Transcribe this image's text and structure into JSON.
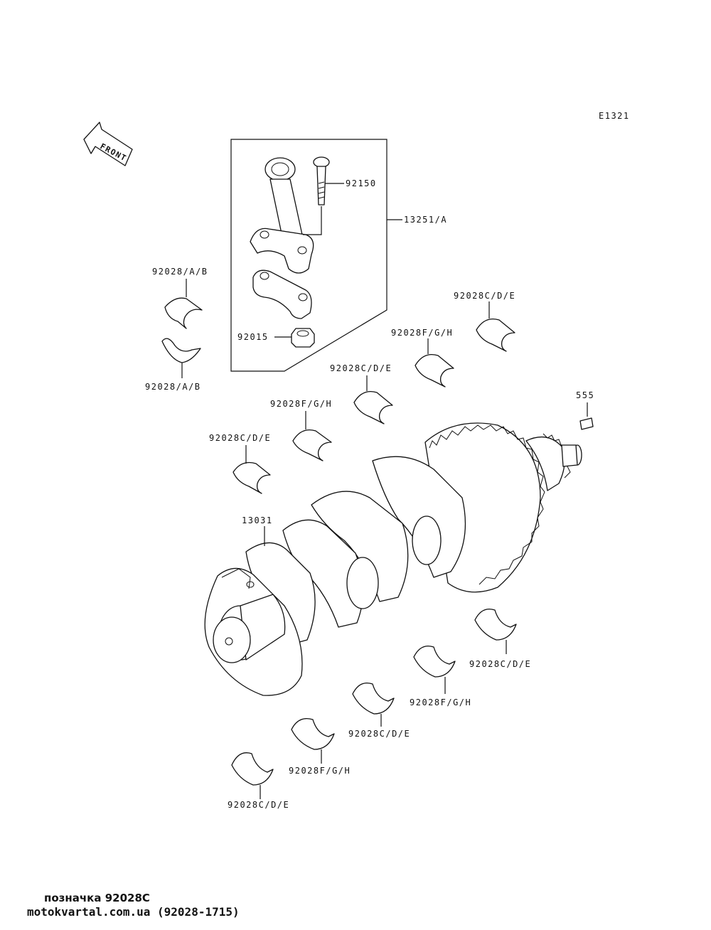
{
  "diagram": {
    "ref_code": "E1321",
    "front_marker": "FRONT",
    "parts": {
      "connecting_rod_assy": "13251/A",
      "rod_bolt": "92150",
      "rod_nut": "92015",
      "crankshaft": "13031",
      "pin": "555",
      "rod_bearing_upper": "92028/A/B",
      "rod_bearing_lower": "92028/A/B",
      "upper_bearing_1": "92028C/D/E",
      "upper_bearing_2": "92028F/G/H",
      "upper_bearing_3": "92028C/D/E",
      "upper_bearing_4": "92028F/G/H",
      "upper_bearing_5": "92028C/D/E",
      "lower_bearing_1": "92028C/D/E",
      "lower_bearing_2": "92028F/G/H",
      "lower_bearing_3": "92028C/D/E",
      "lower_bearing_4": "92028F/G/H",
      "lower_bearing_5": "92028C/D/E"
    }
  },
  "captions": {
    "line1": "позначка 92028C",
    "line2": "motokvartal.com.ua (92028-1715)"
  }
}
